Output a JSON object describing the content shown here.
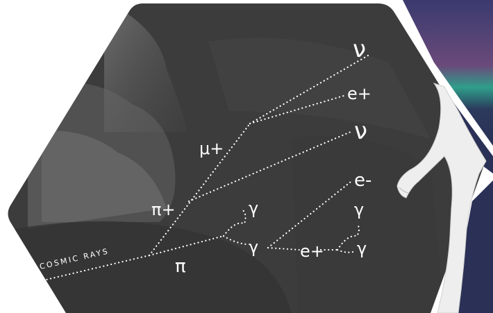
{
  "diagram": {
    "caption": "COSMIC RAYS",
    "labels": {
      "pi_charged": "π+",
      "pi_neutral": "π",
      "muon_plus": "μ+",
      "nu_top": "ν",
      "eplus_top": "e+",
      "nu_mid": "ν",
      "eminus": "e-",
      "gamma_upper_left": "γ",
      "gamma_lower_left": "γ",
      "eplus_bottom": "e+",
      "gamma_upper_right": "γ",
      "gamma_lower_right": "γ"
    },
    "colors": {
      "background": "#3a3a3a",
      "hexagon": "#3e3e3e",
      "lines": "#ffffff",
      "aurora_sky": "#2c2f5a",
      "aurora_glow": "#2f9e8a",
      "hand_fill": "#f0f0f0"
    }
  }
}
